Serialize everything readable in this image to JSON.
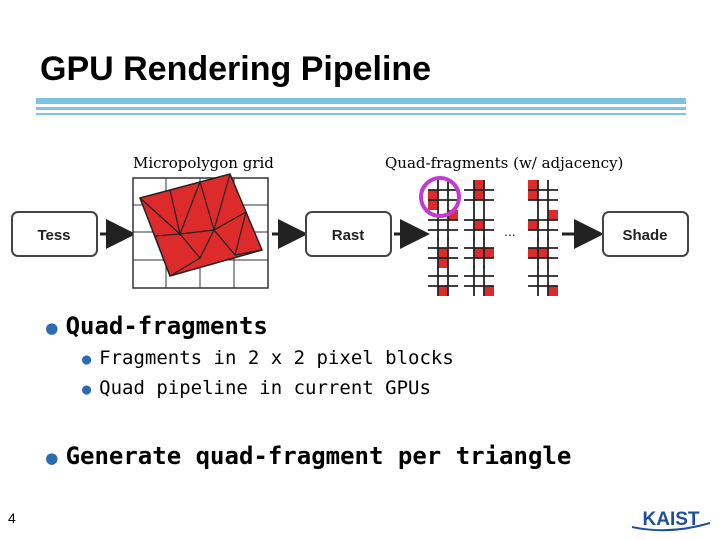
{
  "slide": {
    "title": "GPU Rendering Pipeline",
    "page_number": "4",
    "logo_text": "KAIST"
  },
  "diagram": {
    "micropolygon_label": "Micropolygon grid",
    "quad_label": "Quad-fragments (w/ adjacency)",
    "stages": [
      "Tess",
      "Rast",
      "Shade"
    ],
    "ellipsis": "...",
    "colors": {
      "red": "#dd2b2b",
      "highlight": "#c33ad0",
      "arrow": "#222222",
      "box_border": "#444444"
    }
  },
  "bullets": [
    {
      "text": "Quad-fragments",
      "sub": [
        "Fragments in 2 x 2 pixel blocks",
        "Quad pipeline in current GPUs"
      ]
    },
    {
      "text": "Generate quad-fragment per triangle",
      "sub": []
    }
  ]
}
